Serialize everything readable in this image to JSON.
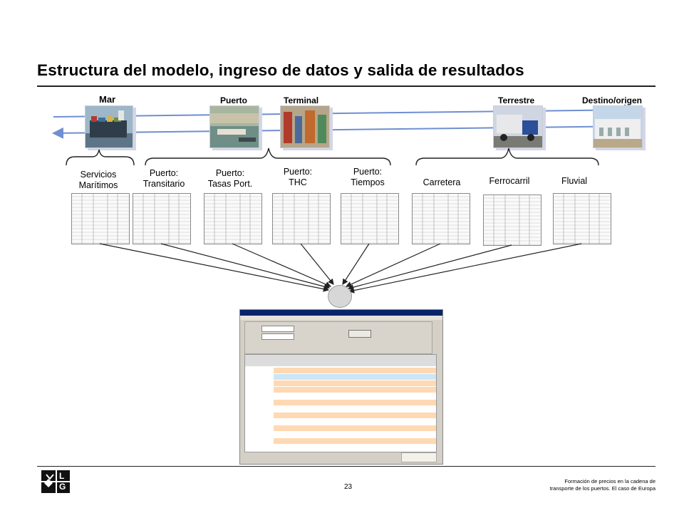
{
  "slide": {
    "title": "Estructura del modelo, ingreso de datos y salida de resultados",
    "page_number": "23"
  },
  "stages": {
    "mar": "Mar",
    "puerto": "Puerto",
    "terminal": "Terminal",
    "terrestre": "Terrestre",
    "destino": "Destino/origen"
  },
  "modules": {
    "servicios_line1": "Servicios",
    "servicios_line2": "Marítimos",
    "transitario_line1": "Puerto:",
    "transitario_line2": "Transitario",
    "tasas_line1": "Puerto:",
    "tasas_line2": "Tasas Port.",
    "thc_line1": "Puerto:",
    "thc_line2": "THC",
    "tiempos_line1": "Puerto:",
    "tiempos_line2": "Tiempos",
    "carretera": "Carretera",
    "ferrocarril": "Ferrocarril",
    "fluvial": "Fluvial"
  },
  "footer": {
    "line1": "Formación de precios en la cadena de",
    "line2": "transporte de los puertos. El caso de Europa",
    "logo_letters": "LG"
  },
  "colors": {
    "flow_line": "#6f8fd0",
    "rule": "#222222",
    "app_titlebar": "#0a246a",
    "row_orange": "#ffd9b3",
    "row_blue": "#cde6f7"
  }
}
